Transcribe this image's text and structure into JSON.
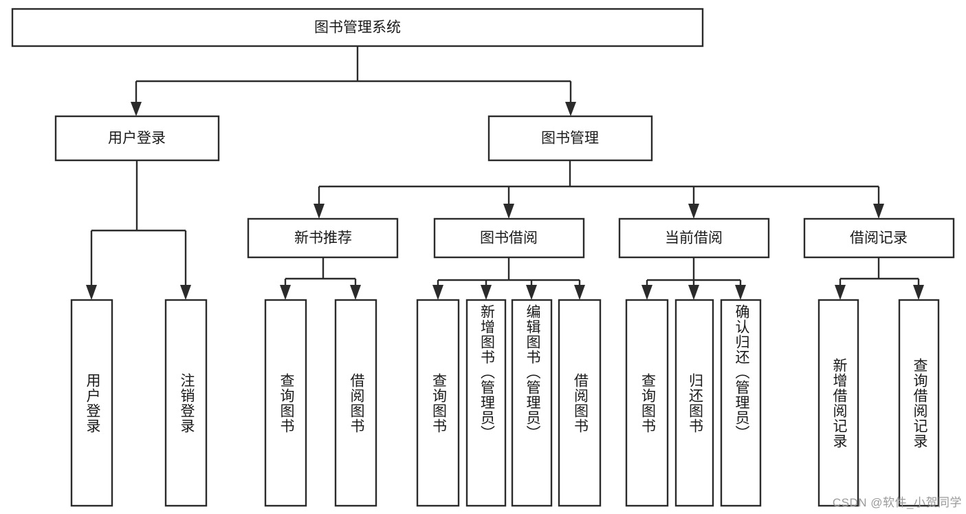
{
  "diagram": {
    "title": "图书管理系统",
    "type": "tree-hierarchy",
    "watermark": "CSDN @软件_小贺同学",
    "colors": {
      "stroke": "#2b2b2b",
      "fill": "#ffffff",
      "text": "#1a1a1a",
      "watermark": "#9a9a9a"
    },
    "root": {
      "label": "图书管理系统"
    },
    "level2": [
      {
        "label": "用户登录"
      },
      {
        "label": "图书管理"
      }
    ],
    "level3": [
      {
        "label": "新书推荐"
      },
      {
        "label": "图书借阅"
      },
      {
        "label": "当前借阅"
      },
      {
        "label": "借阅记录"
      }
    ],
    "leaves": {
      "user_login": [
        {
          "label": "用户登录"
        },
        {
          "label": "注销登录"
        }
      ],
      "new_book": [
        {
          "label": "查询图书"
        },
        {
          "label": "借阅图书"
        }
      ],
      "book_borrow": [
        {
          "label": "查询图书"
        },
        {
          "label": "新增图书（管理员）"
        },
        {
          "label": "编辑图书（管理员）"
        },
        {
          "label": "借阅图书"
        }
      ],
      "current_borrow": [
        {
          "label": "查询图书"
        },
        {
          "label": "归还图书"
        },
        {
          "label": "确认归还（管理员）"
        }
      ],
      "borrow_record": [
        {
          "label": "新增借阅记录"
        },
        {
          "label": "查询借阅记录"
        }
      ]
    }
  }
}
